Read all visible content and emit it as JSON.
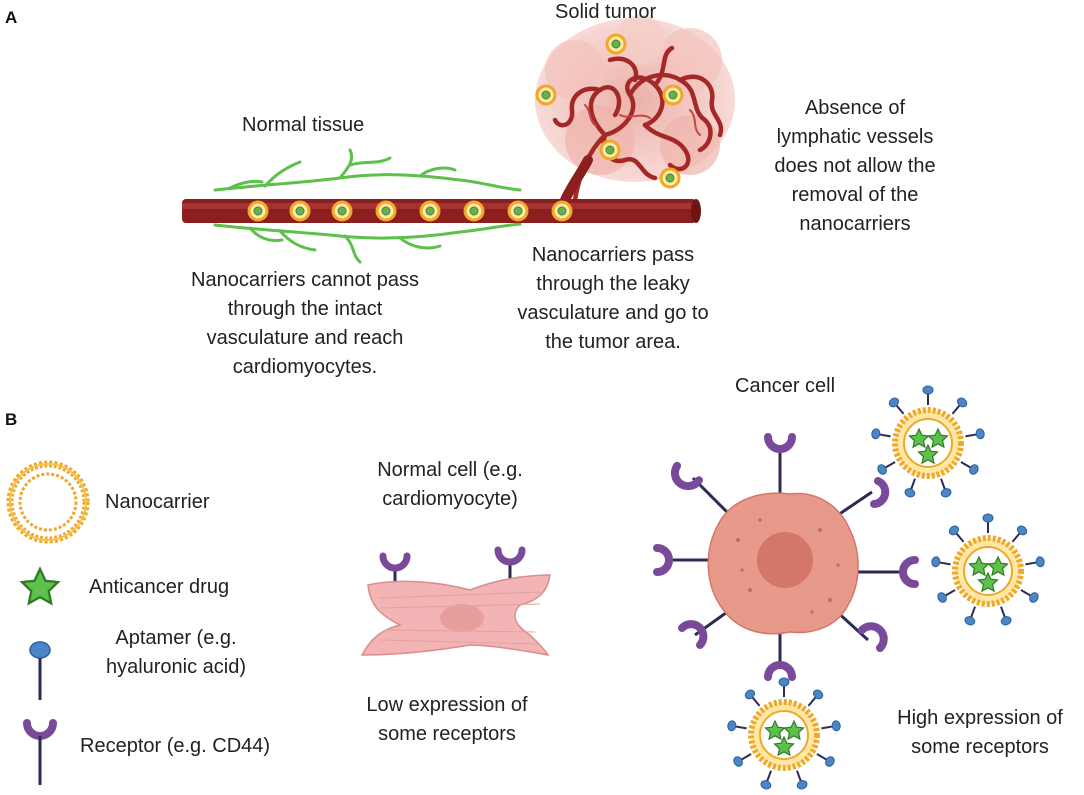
{
  "panels": {
    "a": "A",
    "b": "B"
  },
  "panel_a": {
    "solid_tumor": "Solid tumor",
    "normal_tissue": "Normal tissue",
    "absence_lymphatic": [
      "Absence of",
      "lymphatic vessels",
      "does not allow the",
      "removal of the",
      "nanocarriers"
    ],
    "cannot_pass": [
      "Nanocarriers cannot pass",
      "through the intact",
      "vasculature and reach",
      "cardiomyocytes."
    ],
    "pass_leaky": [
      "Nanocarriers pass",
      "through the leaky",
      "vasculature and go to",
      "the tumor area."
    ]
  },
  "panel_b": {
    "cancer_cell": "Cancer cell",
    "normal_cell": [
      "Normal cell (e.g.",
      "cardiomyocyte)"
    ],
    "low_expression": [
      "Low expression of",
      "some receptors"
    ],
    "high_expression": [
      "High expression of",
      "some receptors"
    ],
    "legend": {
      "nanocarrier": "Nanocarrier",
      "drug": "Anticancer drug",
      "aptamer": [
        "Aptamer (e.g.",
        "hyaluronic acid)"
      ],
      "receptor": "Receptor (e.g. CD44)"
    }
  },
  "colors": {
    "vessel": "#8b1e1e",
    "vessel_light": "#b33a3a",
    "lymph_green": "#5cc04a",
    "nanocarrier_orange": "#f0a828",
    "nanocarrier_fill": "#fde8a8",
    "drug_green": "#5cc04a",
    "receptor_purple": "#7a4a9a",
    "aptamer_blue": "#4a86c8",
    "cancer_cell": "#e79a8a",
    "cancer_nucleus": "#d4766a",
    "cardiomyocyte": "#f2b4b4",
    "tumor_pink": "#f0b8b0"
  },
  "icons": [
    "nanocarrier-icon",
    "star-drug-icon",
    "aptamer-icon",
    "receptor-icon",
    "blood-vessel-icon",
    "tumor-icon",
    "cancer-cell-icon",
    "cardiomyocyte-icon"
  ]
}
